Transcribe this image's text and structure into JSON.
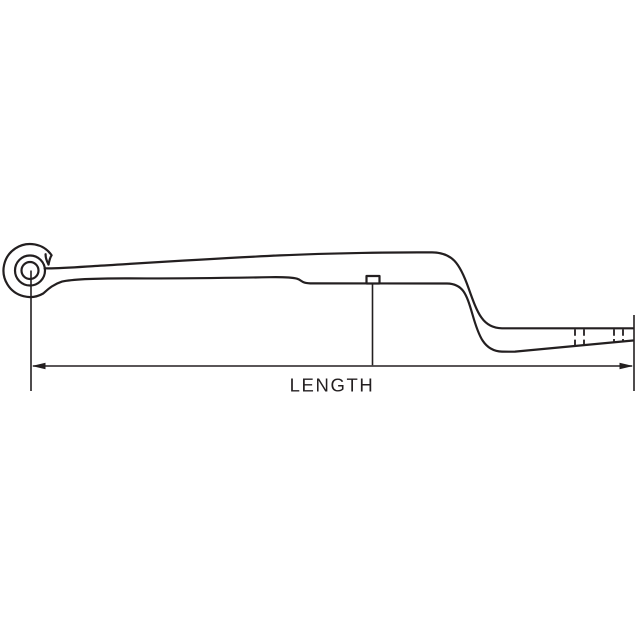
{
  "diagram": {
    "type": "technical-line-drawing",
    "subject": "leaf spring side view with overall length dimension",
    "dimension_label": "LENGTH",
    "line_color": "#231f20",
    "background_color": "#ffffff"
  }
}
